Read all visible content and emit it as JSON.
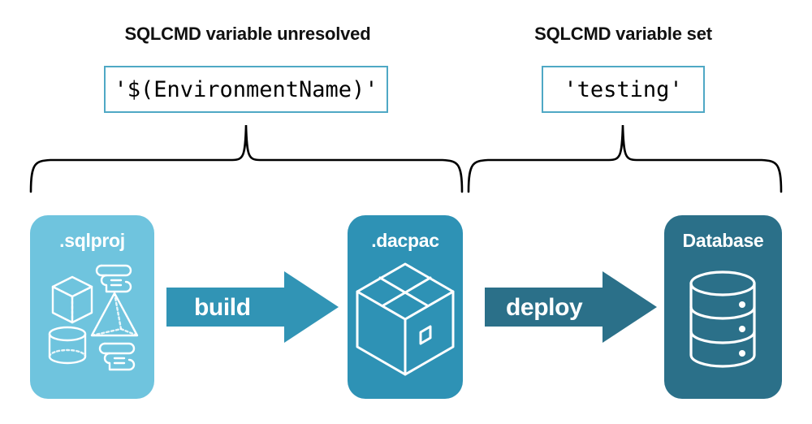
{
  "headings": {
    "left": "SQLCMD variable unresolved",
    "right": "SQLCMD variable set"
  },
  "code_boxes": {
    "left": "'$(EnvironmentName)'",
    "right": "'testing'"
  },
  "stages": [
    {
      "id": "sqlproj",
      "label": ".sqlproj",
      "color": "#6FC4DE",
      "icons": [
        "cube-icon",
        "pyramid-icon",
        "cylinder-icon",
        "script-scroll-icon",
        "script-scroll-icon"
      ]
    },
    {
      "id": "dacpac",
      "label": ".dacpac",
      "color": "#2E92B5",
      "icons": [
        "package-box-icon"
      ]
    },
    {
      "id": "database",
      "label": "Database",
      "color": "#2B7089",
      "icons": [
        "database-cylinder-icon"
      ]
    }
  ],
  "arrows": [
    {
      "id": "build",
      "label": "build",
      "color": "#3194B5"
    },
    {
      "id": "deploy",
      "label": "deploy",
      "color": "#2B7089"
    }
  ],
  "colors": {
    "accent_light": "#6FC4DE",
    "accent_mid": "#2E92B5",
    "accent_dark": "#2B7089",
    "code_border": "#4FA8C5",
    "brace": "#000000",
    "text": "#111111",
    "background": "#ffffff"
  }
}
